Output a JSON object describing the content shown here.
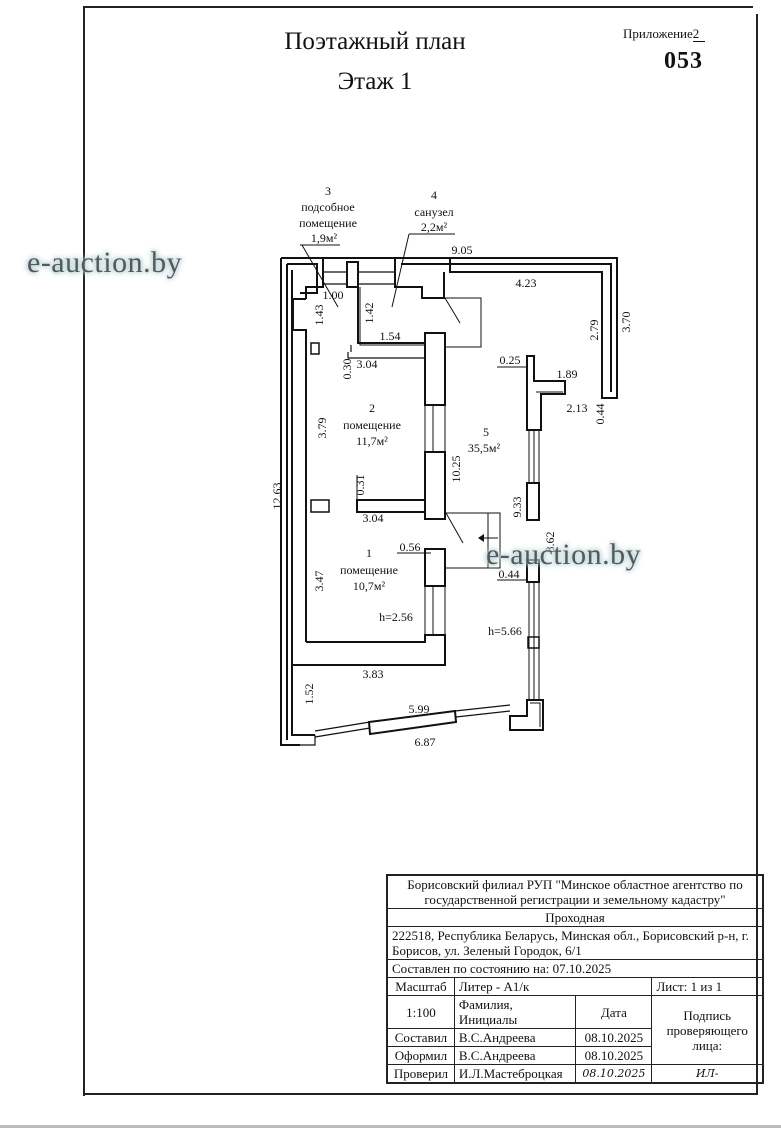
{
  "header": {
    "title": "Поэтажный план",
    "floor": "Этаж  1",
    "appendix_label": "Приложение",
    "appendix_number": "2",
    "document_number": "053"
  },
  "watermarks": [
    "e-auction.by",
    "e-auction.by"
  ],
  "plan": {
    "rooms": [
      {
        "number": "1",
        "name": "помещение",
        "area": "10,7м²"
      },
      {
        "number": "2",
        "name": "помещение",
        "area": "11,7м²"
      },
      {
        "number": "3",
        "name_line1": "подсобное",
        "name_line2": "помещение",
        "area": "1,9м²"
      },
      {
        "number": "4",
        "name": "санузел",
        "area": "2,2м²"
      },
      {
        "number": "5",
        "area": "35,5м²"
      }
    ],
    "heights": {
      "room1": "h=2.56",
      "room5": "h=5.66"
    },
    "dimensions": {
      "top_total": "9.05",
      "top_inner": "4.23",
      "right_inner": "2.79",
      "right_outer": "3.70",
      "left_total": "12.63",
      "room3_width": "1.00",
      "room3_height": "1.43",
      "room4_height": "1.42",
      "room4_width": "1.54",
      "wall_030": "0.30",
      "room2_top_width": "3.04",
      "room2_height": "3.79",
      "partition_height": "10.25",
      "wall_031": "0.31",
      "room2_bottom_width": "3.04",
      "wall_025": "0.25",
      "step_189": "1.89",
      "step_213": "2.13",
      "wall_044_top": "0.44",
      "inner_933": "9.33",
      "inner_862": "8.62",
      "wall_056": "0.56",
      "wall_044_mid": "0.44",
      "room1_height": "3.47",
      "room1_width": "3.83",
      "bottom_left": "1.52",
      "bottom_inner": "5.99",
      "bottom_outer": "6.87"
    }
  },
  "stamp": {
    "organization": "Борисовский филиал РУП \"Минское областное агентство по государственной регистрации и земельному кадастру\"",
    "object_name": "Проходная",
    "address": "222518, Республика Беларусь, Минская обл., Борисовский р-н, г. Борисов, ул. Зеленый Городок, 6/1",
    "compiled_as_of": "Составлен по состоянию на: 07.10.2025",
    "scale_label": "Масштаб",
    "scale_value": "1:100",
    "liter": "Литер - А1/к",
    "sheet": "Лист: 1 из 1",
    "col_name": "Фамилия, Инициалы",
    "col_date": "Дата",
    "signature_label": "Подпись проверяющего лица:",
    "rows": [
      {
        "role": "Составил",
        "name": "В.С.Андреева",
        "date": "08.10.2025"
      },
      {
        "role": "Оформил",
        "name": "В.С.Андреева",
        "date": "08.10.2025"
      },
      {
        "role": "Проверил",
        "name": "И.Л.Мастеброцкая",
        "date": "08.10.2025"
      }
    ],
    "signature_mark": "ИЛ-"
  }
}
